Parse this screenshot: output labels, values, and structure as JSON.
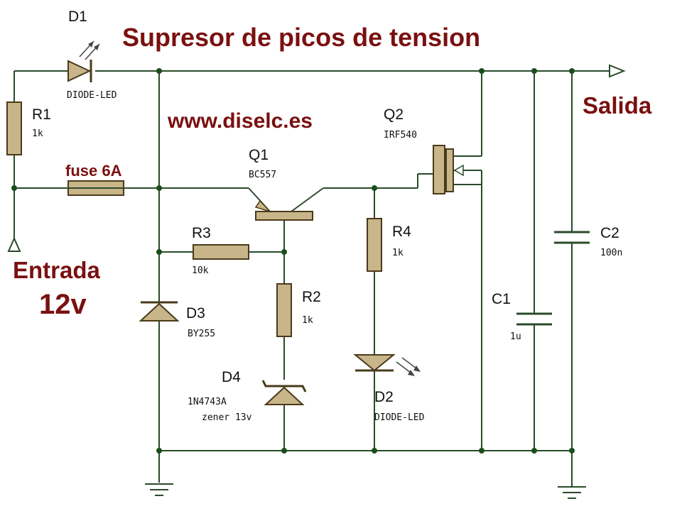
{
  "title": "Supresor de picos de tension",
  "website": "www.diselc.es",
  "input_label": "Entrada",
  "input_voltage": "12v",
  "output_label": "Salida",
  "colors": {
    "title": "#7a1010",
    "wire": "#2a4a2a",
    "component": "#c8b68a",
    "junction": "#1a4d1a"
  },
  "components": {
    "d1": {
      "ref": "D1",
      "value": "DIODE-LED"
    },
    "r1": {
      "ref": "R1",
      "value": "1k"
    },
    "fuse": {
      "label": "fuse 6A"
    },
    "q1": {
      "ref": "Q1",
      "value": "BC557"
    },
    "q2": {
      "ref": "Q2",
      "value": "IRF540"
    },
    "r3": {
      "ref": "R3",
      "value": "10k"
    },
    "r2": {
      "ref": "R2",
      "value": "1k"
    },
    "r4": {
      "ref": "R4",
      "value": "1k"
    },
    "d3": {
      "ref": "D3",
      "value": "BY255"
    },
    "d4": {
      "ref": "D4",
      "value": "1N4743A",
      "note": "zener 13v"
    },
    "d2": {
      "ref": "D2",
      "value": "DIODE-LED"
    },
    "c1": {
      "ref": "C1",
      "value": "1u"
    },
    "c2": {
      "ref": "C2",
      "value": "100n"
    }
  }
}
